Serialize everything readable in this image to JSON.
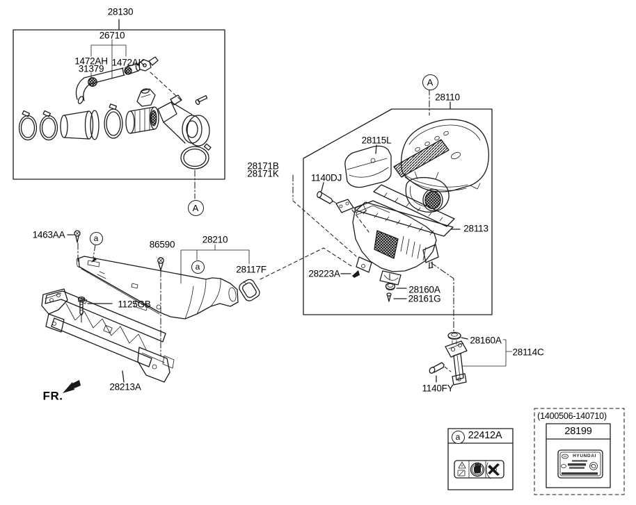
{
  "diagram": {
    "type": "parts-diagram",
    "subject": "air cleaner and intake duct assembly",
    "background": "#ffffff",
    "line_color": "#1a1a1a",
    "callouts": {
      "p28130": "28130",
      "p26710": "26710",
      "p1472AH": "1472AH",
      "p31379": "31379",
      "p1472AK": "1472AK",
      "p28110": "28110",
      "p28115L": "28115L",
      "p28171B": "28171B",
      "p28171K": "28171K",
      "p1140DJ": "1140DJ",
      "p28113": "28113",
      "p28223A": "28223A",
      "p28160A": "28160A",
      "p28161G": "28161G",
      "p1463AA": "1463AA",
      "p86590": "86590",
      "p28210": "28210",
      "p28117F": "28117F",
      "p1125GB": "1125GB",
      "p28213A": "28213A",
      "p28114C": "28114C",
      "p1140FY": "1140FY"
    },
    "markers": {
      "upper": "A",
      "lower": "a"
    },
    "direction_indicator": "FR.",
    "legend_caution": {
      "marker": "a",
      "code": "22412A"
    },
    "legend_label": {
      "date_range": "(1400506-140710)",
      "code": "28199",
      "sticker_text": "HYUNDAI"
    }
  }
}
